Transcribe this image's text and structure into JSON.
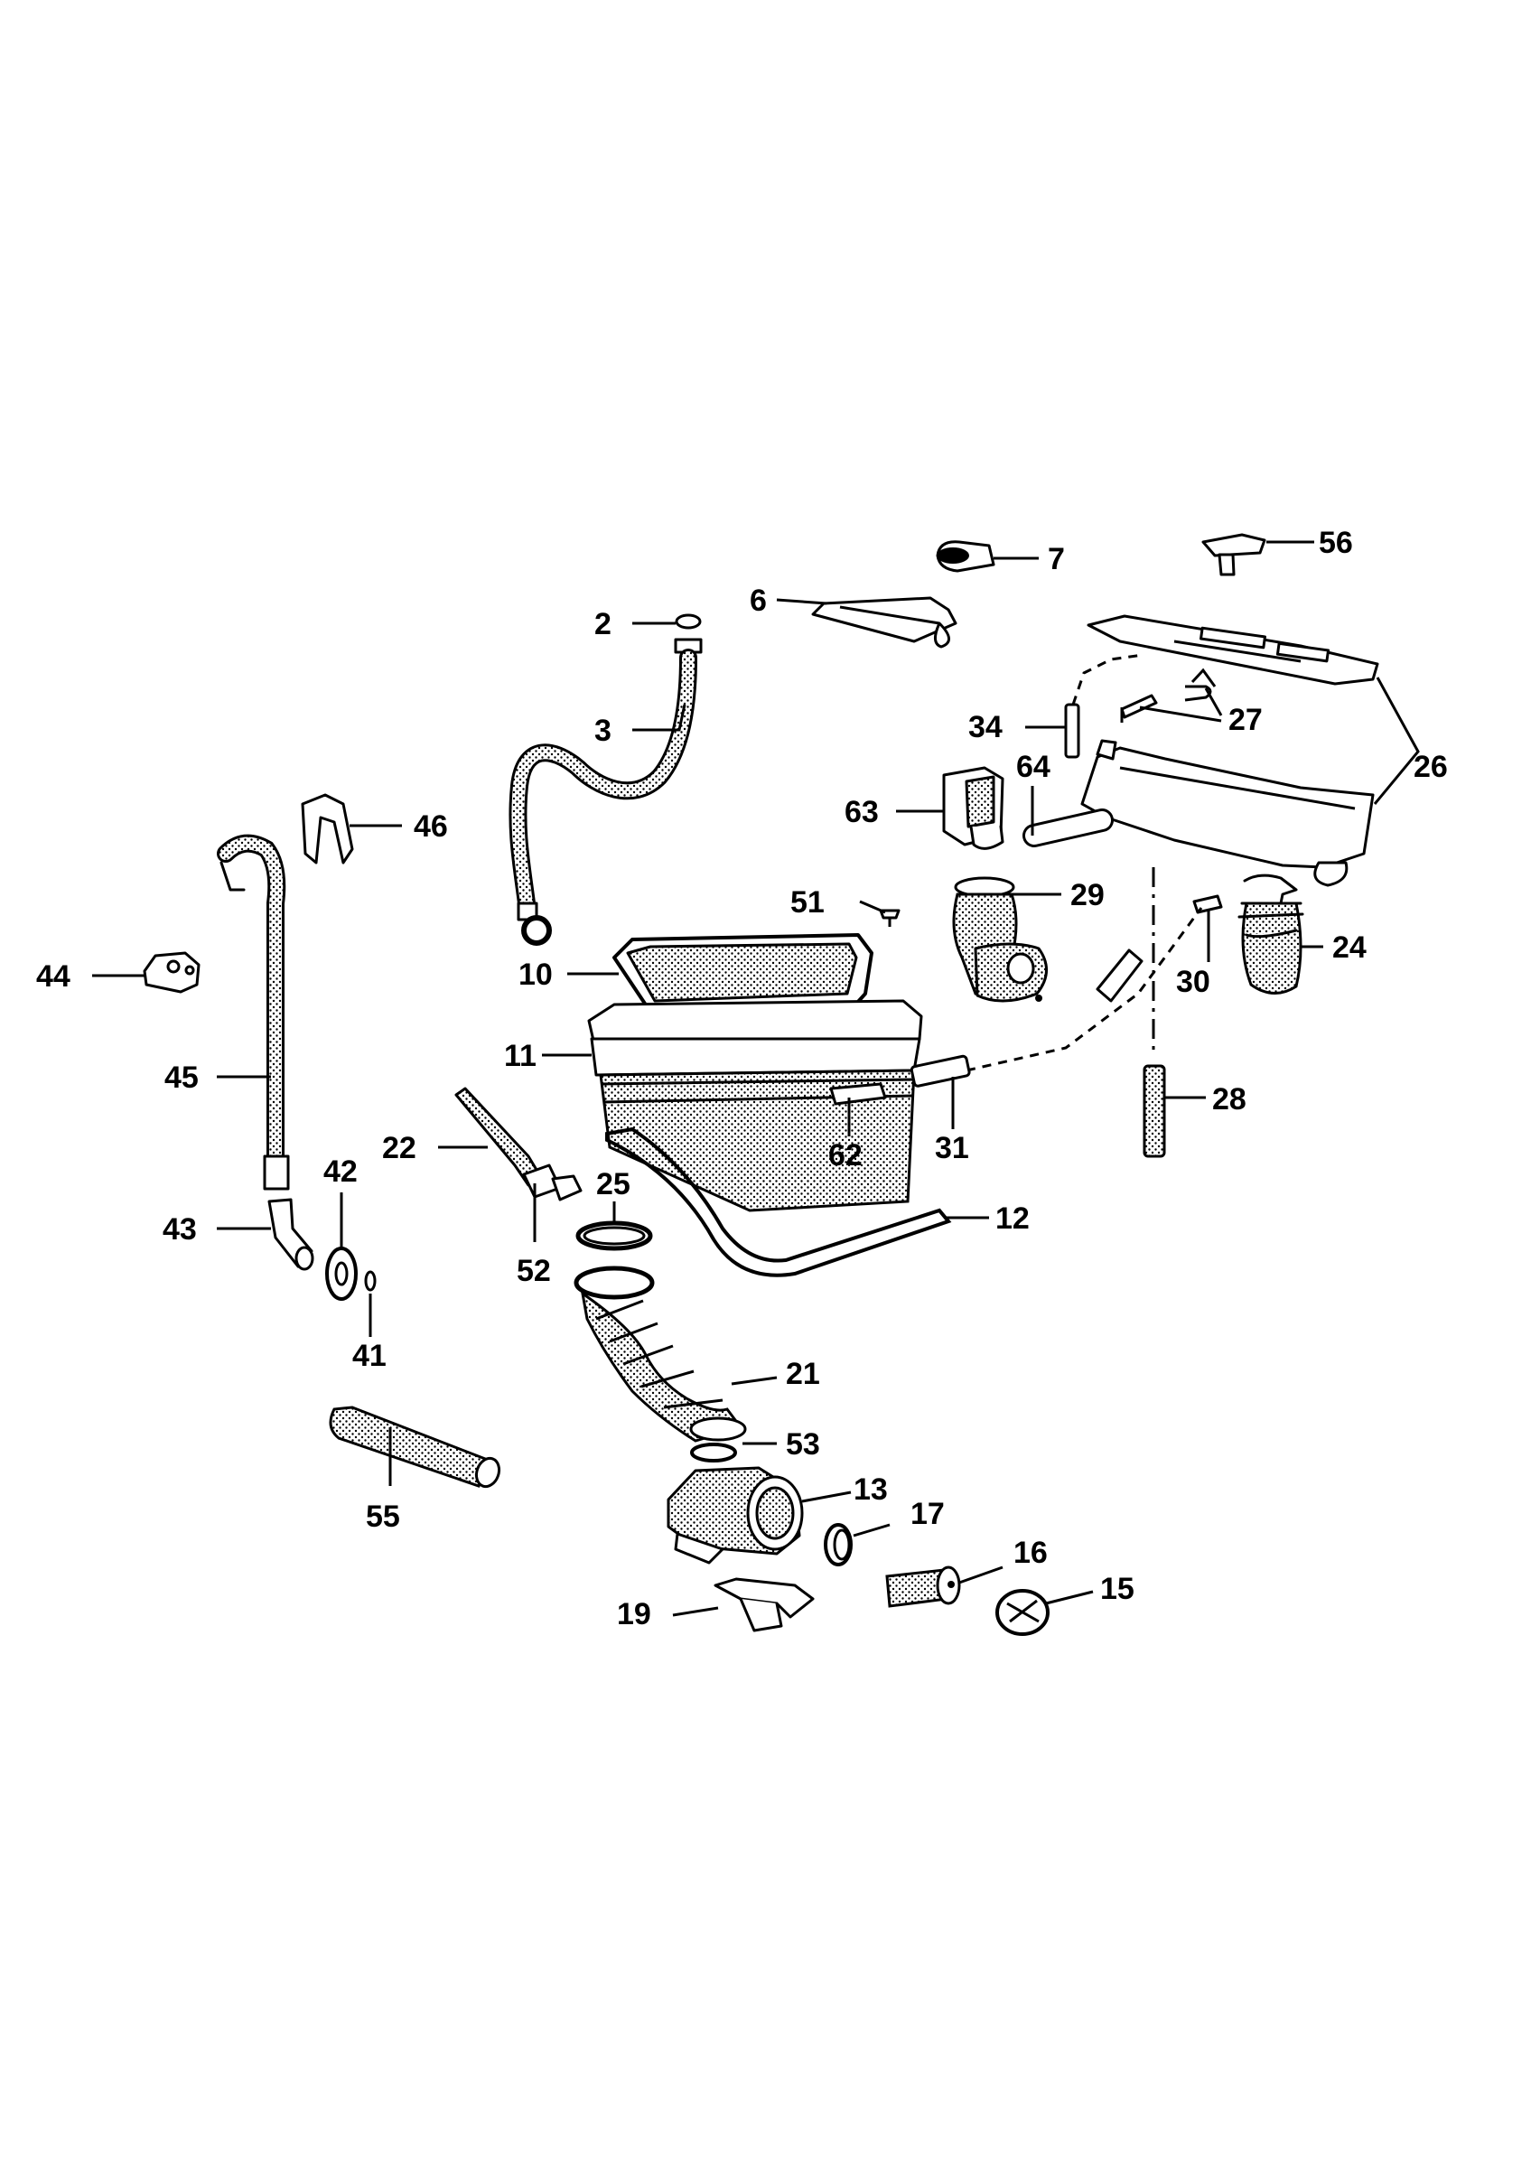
{
  "diagram": {
    "labels": {
      "p2": "2",
      "p3": "3",
      "p6": "6",
      "p7": "7",
      "p10": "10",
      "p11": "11",
      "p12": "12",
      "p13": "13",
      "p15": "15",
      "p16": "16",
      "p17": "17",
      "p19": "19",
      "p21": "21",
      "p22": "22",
      "p24": "24",
      "p25": "25",
      "p26": "26",
      "p27": "27",
      "p28": "28",
      "p29": "29",
      "p30": "30",
      "p31": "31",
      "p34": "34",
      "p41": "41",
      "p42": "42",
      "p43": "43",
      "p44": "44",
      "p45": "45",
      "p46": "46",
      "p51": "51",
      "p52": "52",
      "p53": "53",
      "p55": "55",
      "p56": "56",
      "p62": "62",
      "p63": "63",
      "p64": "64"
    }
  }
}
